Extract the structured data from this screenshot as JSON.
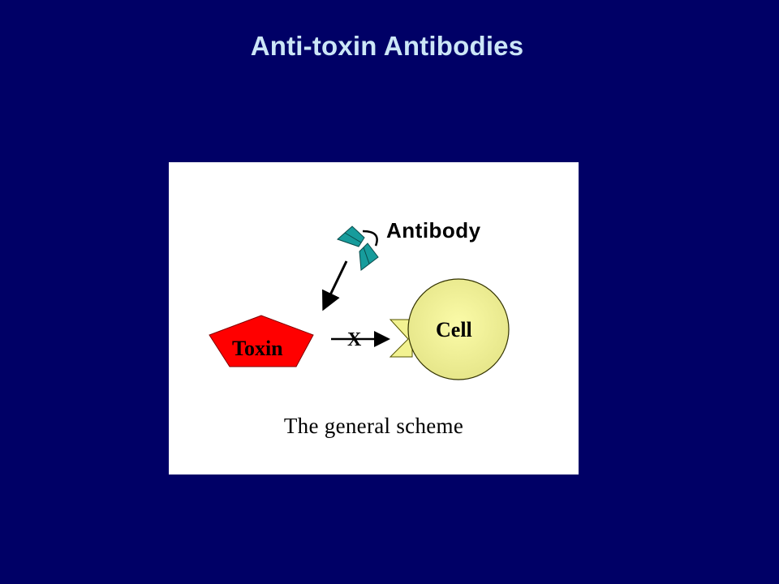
{
  "slide": {
    "title": "Anti-toxin Antibodies",
    "background_color": "#000066",
    "title_color": "#cce6f7"
  },
  "diagram": {
    "labels": {
      "antibody": "Antibody",
      "toxin": "Toxin",
      "cell": "Cell",
      "blocked_marker": "X"
    },
    "caption": "The general scheme",
    "colors": {
      "panel": "#ffffff",
      "toxin_fill": "#ff0000",
      "cell_fill": "#f2f291",
      "antibody_fill": "#179c9c",
      "arrow": "#000000"
    }
  }
}
